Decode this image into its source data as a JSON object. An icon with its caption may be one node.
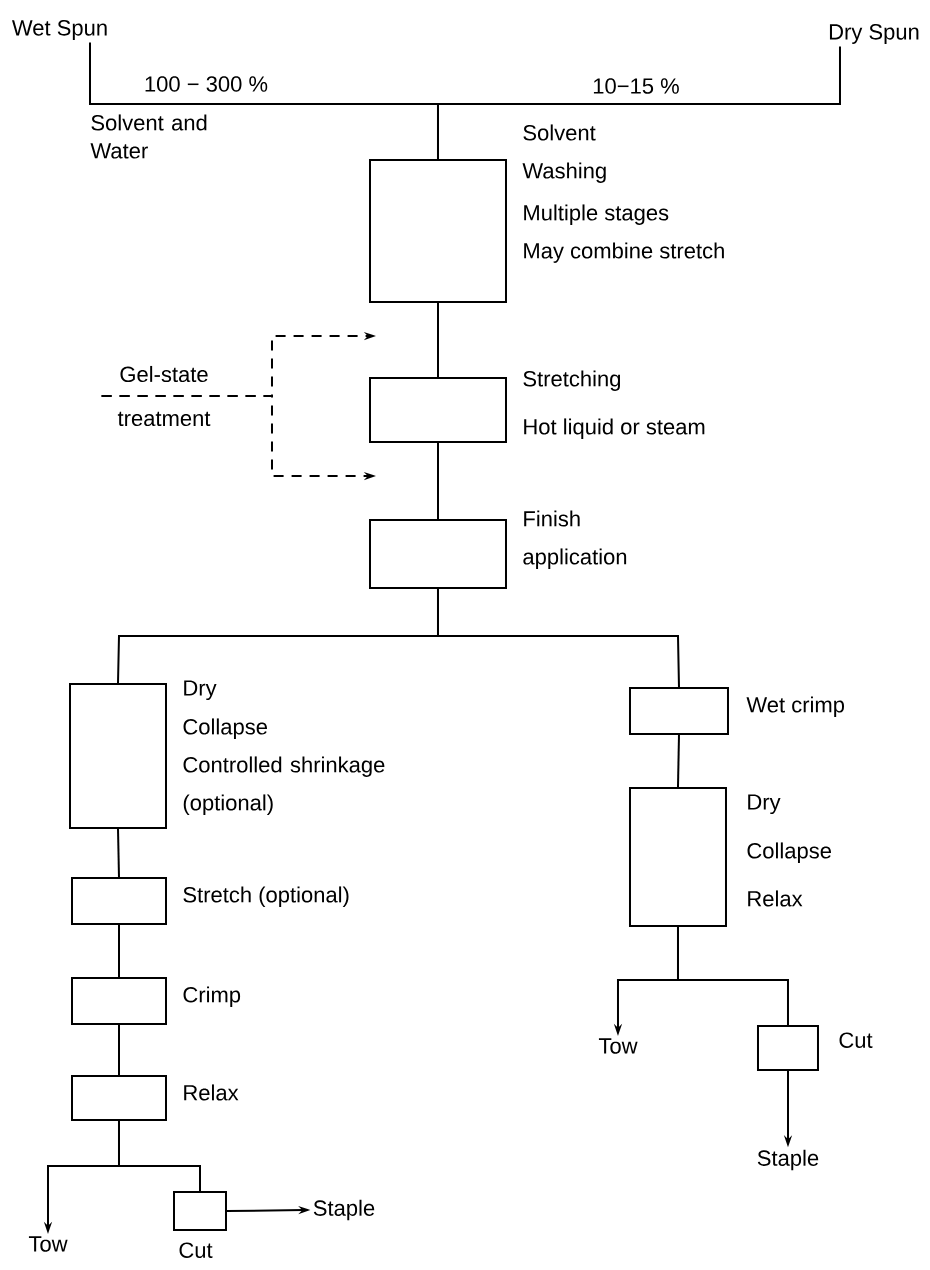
{
  "diagram": {
    "nodes": [
      {
        "text": [
          "Wet Spun"
        ]
      },
      {
        "text": [
          "Dry Spun"
        ]
      },
      {
        "text": [],
        "shape": "box",
        "beside": [
          "Solvent Washing",
          "Multiple stages",
          "May combine stretch"
        ]
      },
      {
        "text": [
          "Gel-state treatment"
        ]
      },
      {
        "text": [],
        "shape": "box",
        "beside": [
          "Stretching",
          "Hot liquid or steam"
        ]
      },
      {
        "text": [],
        "shape": "box",
        "beside": [
          "Finish application"
        ]
      },
      {
        "text": [],
        "shape": "box",
        "beside": [
          "Dry",
          "Collapse",
          "Controlled shrinkage (optional)"
        ]
      },
      {
        "text": [],
        "shape": "box",
        "beside": [
          "Stretch (optional)"
        ]
      },
      {
        "text": [],
        "shape": "box",
        "beside": [
          "Crimp"
        ]
      },
      {
        "text": [],
        "shape": "box",
        "beside": [
          "Relax"
        ]
      },
      {
        "text": [
          "Tow"
        ]
      },
      {
        "text": [],
        "shape": "box",
        "beside": [
          "Cut"
        ]
      },
      {
        "text": [
          "Staple"
        ]
      },
      {
        "text": [],
        "shape": "box",
        "beside": [
          "Wet crimp"
        ]
      },
      {
        "text": [],
        "shape": "box",
        "beside": [
          "Dry",
          "Collapse",
          "Relax"
        ]
      },
      {
        "text": [
          "Tow"
        ]
      },
      {
        "text": [],
        "shape": "box",
        "beside": [
          "Cut"
        ]
      },
      {
        "text": [
          "Staple"
        ]
      }
    ],
    "edges": [
      {
        "from": 0,
        "to": 2,
        "arrow": "none",
        "label": "100 − 300 %"
      },
      {
        "from": 1,
        "to": 2,
        "arrow": "none",
        "label": "10−15 %"
      },
      {
        "from": 2,
        "to": 4,
        "arrow": "none"
      },
      {
        "from": 3,
        "to": null,
        "arrow": "to",
        "style": "dashed"
      },
      {
        "from": 3,
        "to": null,
        "arrow": "to",
        "style": "dashed"
      },
      {
        "from": 4,
        "to": 5,
        "arrow": "none"
      },
      {
        "from": 5,
        "to": 6,
        "arrow": "none"
      },
      {
        "from": 5,
        "to": 13,
        "arrow": "none"
      },
      {
        "from": 6,
        "to": 7,
        "arrow": "none"
      },
      {
        "from": 7,
        "to": 8,
        "arrow": "none"
      },
      {
        "from": 8,
        "to": 9,
        "arrow": "none"
      },
      {
        "from": 9,
        "to": 10,
        "arrow": "to"
      },
      {
        "from": 9,
        "to": 11,
        "arrow": "none"
      },
      {
        "from": 11,
        "to": 12,
        "arrow": "to"
      },
      {
        "from": 13,
        "to": 14,
        "arrow": "none"
      },
      {
        "from": 14,
        "to": 15,
        "arrow": "to"
      },
      {
        "from": 14,
        "to": 16,
        "arrow": "none"
      },
      {
        "from": 16,
        "to": 17,
        "arrow": "to"
      }
    ],
    "labels": [
      "Solvent and Water"
    ]
  }
}
